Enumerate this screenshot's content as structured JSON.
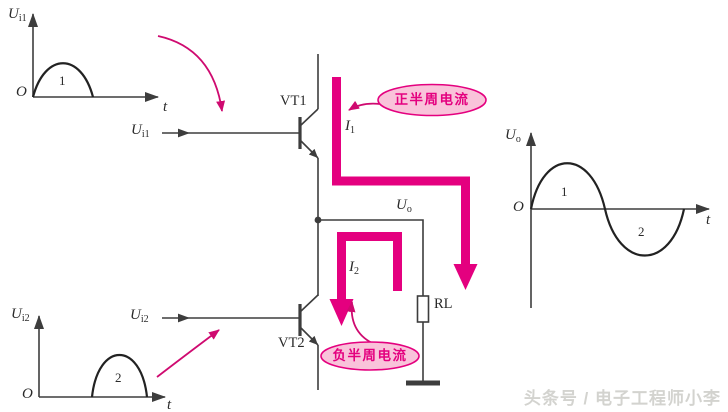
{
  "graphs": {
    "input1": {
      "y_base": "U",
      "y_sub": "i1",
      "origin": "O",
      "x_label": "t",
      "curve_label": "1"
    },
    "input2": {
      "y_base": "U",
      "y_sub": "i2",
      "origin": "O",
      "x_label": "t",
      "curve_label": "2"
    },
    "output": {
      "y_base": "U",
      "y_sub": "o",
      "origin": "O",
      "x_label": "t",
      "positive_label": "1",
      "negative_label": "2"
    }
  },
  "circuit": {
    "input1": {
      "base": "U",
      "sub": "i1"
    },
    "input2": {
      "base": "U",
      "sub": "i2"
    },
    "transistor1": "VT1",
    "transistor2": "VT2",
    "current1": {
      "base": "I",
      "sub": "1"
    },
    "current2": {
      "base": "I",
      "sub": "2"
    },
    "output": {
      "base": "U",
      "sub": "o"
    },
    "load": "RL"
  },
  "annotations": {
    "positive_half_current": "正半周电流",
    "negative_half_current": "负半周电流"
  },
  "watermark": "头条号 / 电子工程师小李",
  "colors": {
    "magenta": "#e4007f",
    "ellipse_fill": "#f9c3da",
    "thin_arrow": "#cf0a70",
    "wire": "#3d3d3d"
  }
}
